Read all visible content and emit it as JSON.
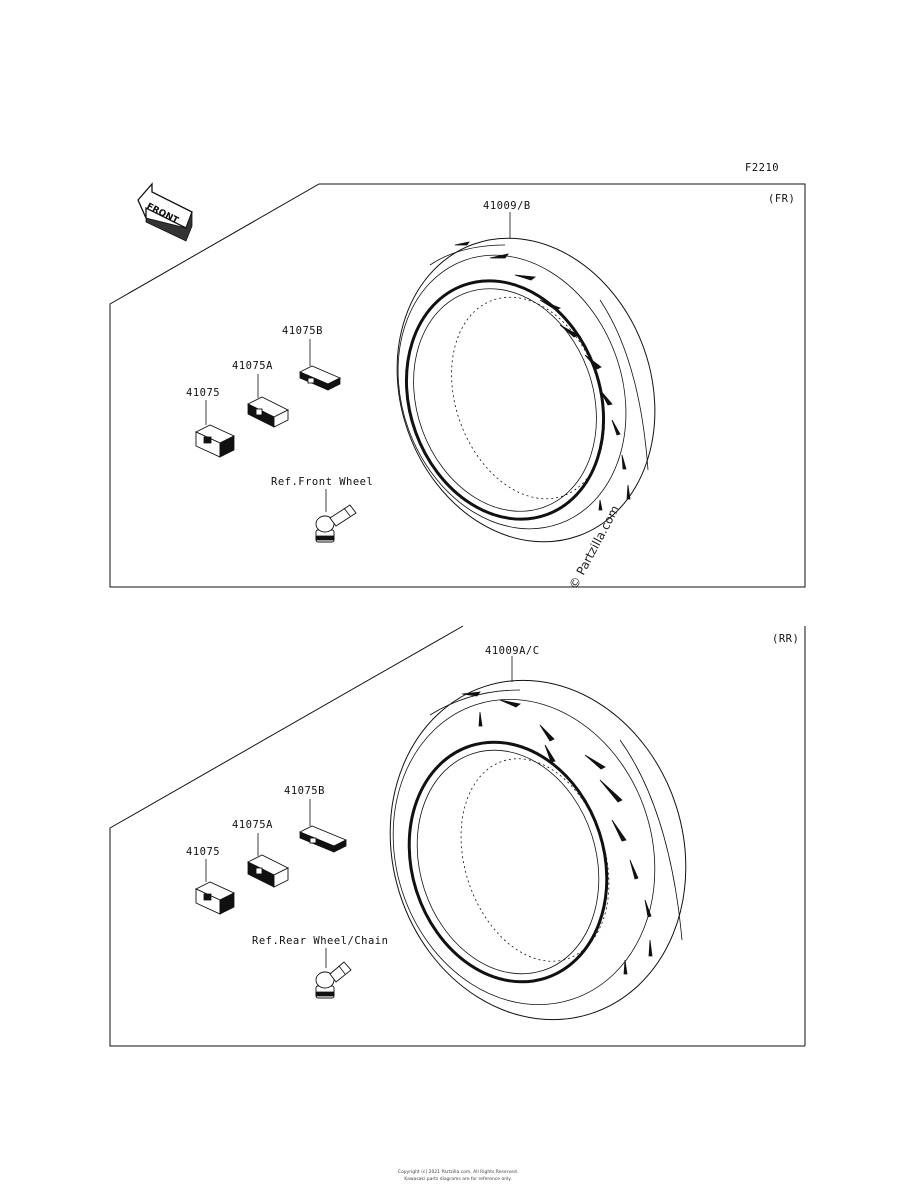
{
  "diagram_code": "F2210",
  "front_arrow_text": "FRONT",
  "front_section": {
    "tag": "(FR)",
    "tire_part": "41009/B",
    "weight_b": "41075B",
    "weight_a": "41075A",
    "weight": "41075",
    "ref_text": "Ref.Front Wheel"
  },
  "rear_section": {
    "tag": "(RR)",
    "tire_part": "41009A/C",
    "weight_b": "41075B",
    "weight_a": "41075A",
    "weight": "41075",
    "ref_text": "Ref.Rear Wheel/Chain"
  },
  "watermark": "© Partzilla.com",
  "footer": {
    "line1": "Copyright (c) 2021 Partzilla.com. All Rights Reserved.",
    "line2": "Kawasaki parts diagrams are for reference only."
  }
}
